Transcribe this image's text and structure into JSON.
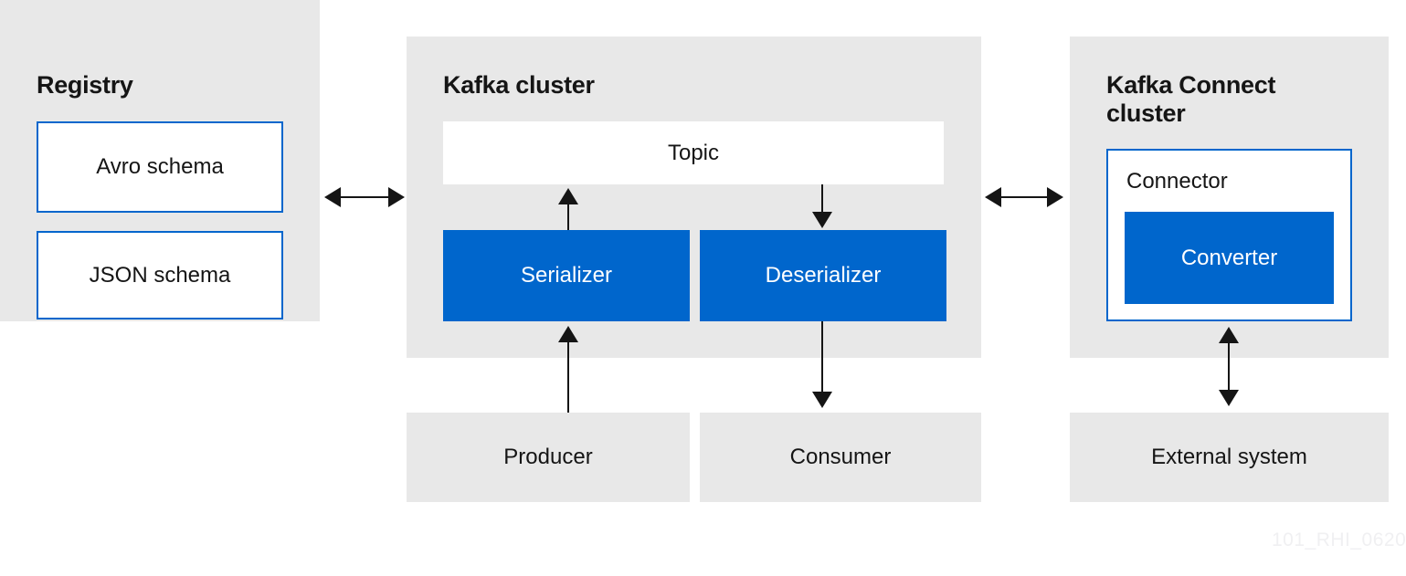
{
  "colors": {
    "accent_blue": "#0066cc",
    "panel_gray": "#e8e8e8",
    "text_dark": "#151515",
    "watermark_gray": "#f0f0f2"
  },
  "registry": {
    "title": "Registry",
    "items": [
      "Avro schema",
      "JSON schema"
    ]
  },
  "kafka_cluster": {
    "title": "Kafka cluster",
    "topic_label": "Topic",
    "serializer_label": "Serializer",
    "deserializer_label": "Deserializer"
  },
  "kafka_connect": {
    "title": "Kafka Connect cluster",
    "connector_label": "Connector",
    "converter_label": "Converter"
  },
  "bottom": {
    "producer_label": "Producer",
    "consumer_label": "Consumer",
    "external_label": "External system"
  },
  "watermark": "101_RHI_0620"
}
